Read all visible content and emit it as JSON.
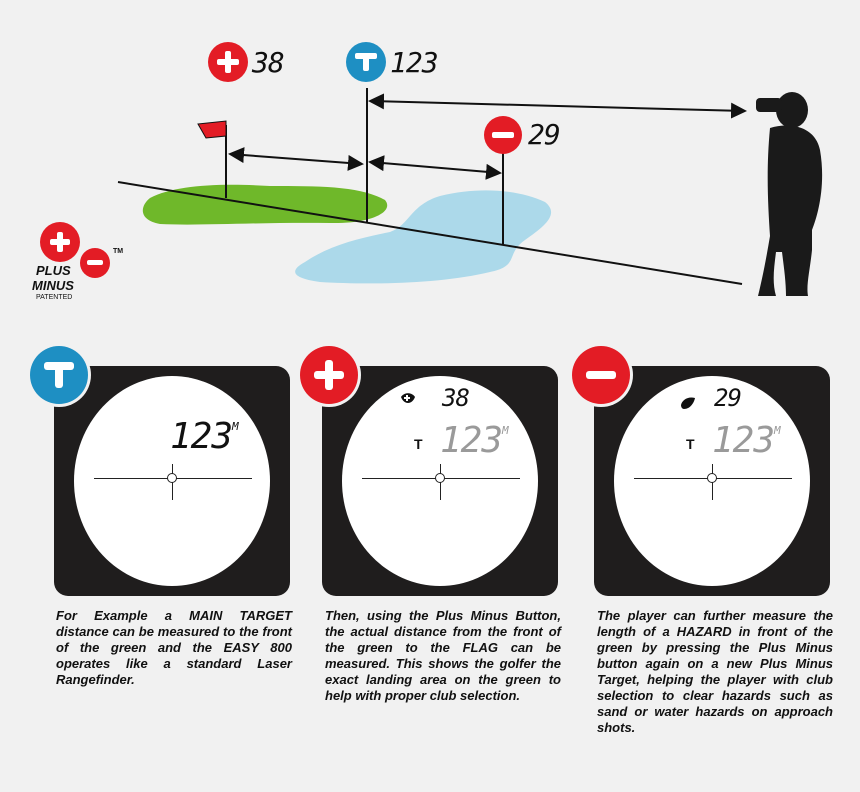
{
  "distances": {
    "plus": "38",
    "target": "123",
    "minus": "29"
  },
  "logo": {
    "line1": "PLUS",
    "line2": "MINUS",
    "sub": "PATENTED",
    "tm": "TM"
  },
  "panels": [
    {
      "badge": "T",
      "badge_color": "#1e8fc3",
      "main_reading": "123",
      "unit": "M",
      "caption": "For Example a MAIN TARGET distance can be measured to the front of the green and the EASY 800 operates like a standard Laser Rangefinder."
    },
    {
      "badge": "+",
      "badge_color": "#e31c25",
      "small_reading": "38",
      "t_label": "T",
      "main_reading": "123",
      "unit": "M",
      "caption": "Then, using the Plus Minus Button, the actual distance from the front of the green to the FLAG can be measured. This shows the golfer the exact landing area on the green to help with proper club selection."
    },
    {
      "badge": "-",
      "badge_color": "#e31c25",
      "small_reading": "29",
      "t_label": "T",
      "main_reading": "123",
      "unit": "M",
      "caption": "The player can further measure the length of a HAZARD in front of the green by pressing the Plus Minus button again on a new Plus Minus Target, helping the player with club selection to clear hazards such as sand or water hazards on approach shots."
    }
  ],
  "colors": {
    "red": "#e31c25",
    "blue": "#1e8fc3",
    "green": "#6fb82a",
    "water": "#acd9ea",
    "screen": "#1f1d1d"
  }
}
